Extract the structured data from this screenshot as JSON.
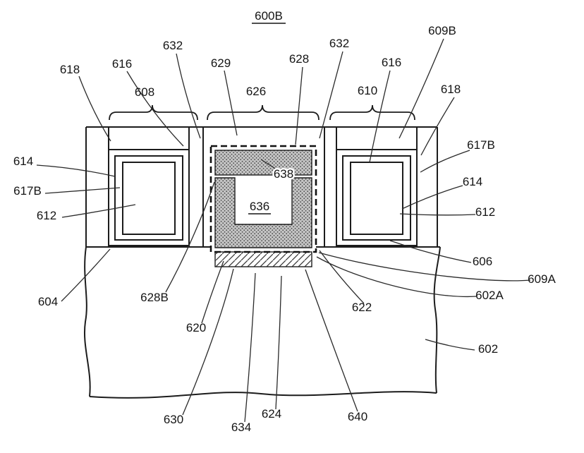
{
  "figure": {
    "title": "600B",
    "labels": {
      "l618_tl": "618",
      "l616_tl": "616",
      "l632_tl": "632",
      "l629": "629",
      "l628": "628",
      "l632_tr": "632",
      "l609b": "609B",
      "l616_tr": "616",
      "l618_tr": "618",
      "l608": "608",
      "l626": "626",
      "l610": "610",
      "l617b_r": "617B",
      "l614_l": "614",
      "l614_r": "614",
      "l617b_l": "617B",
      "l612_l": "612",
      "l612_r": "612",
      "l638": "638",
      "l636": "636",
      "l606": "606",
      "l609a": "609A",
      "l602a": "602A",
      "l604": "604",
      "l628b": "628B",
      "l622": "622",
      "l620": "620",
      "l602": "602",
      "l630": "630",
      "l634": "634",
      "l624": "624",
      "l640": "640"
    },
    "colors": {
      "line": "#1c1c1c",
      "stipple_bg": "#c4c4c4",
      "stipple_dot": "#4a4a4a"
    }
  }
}
